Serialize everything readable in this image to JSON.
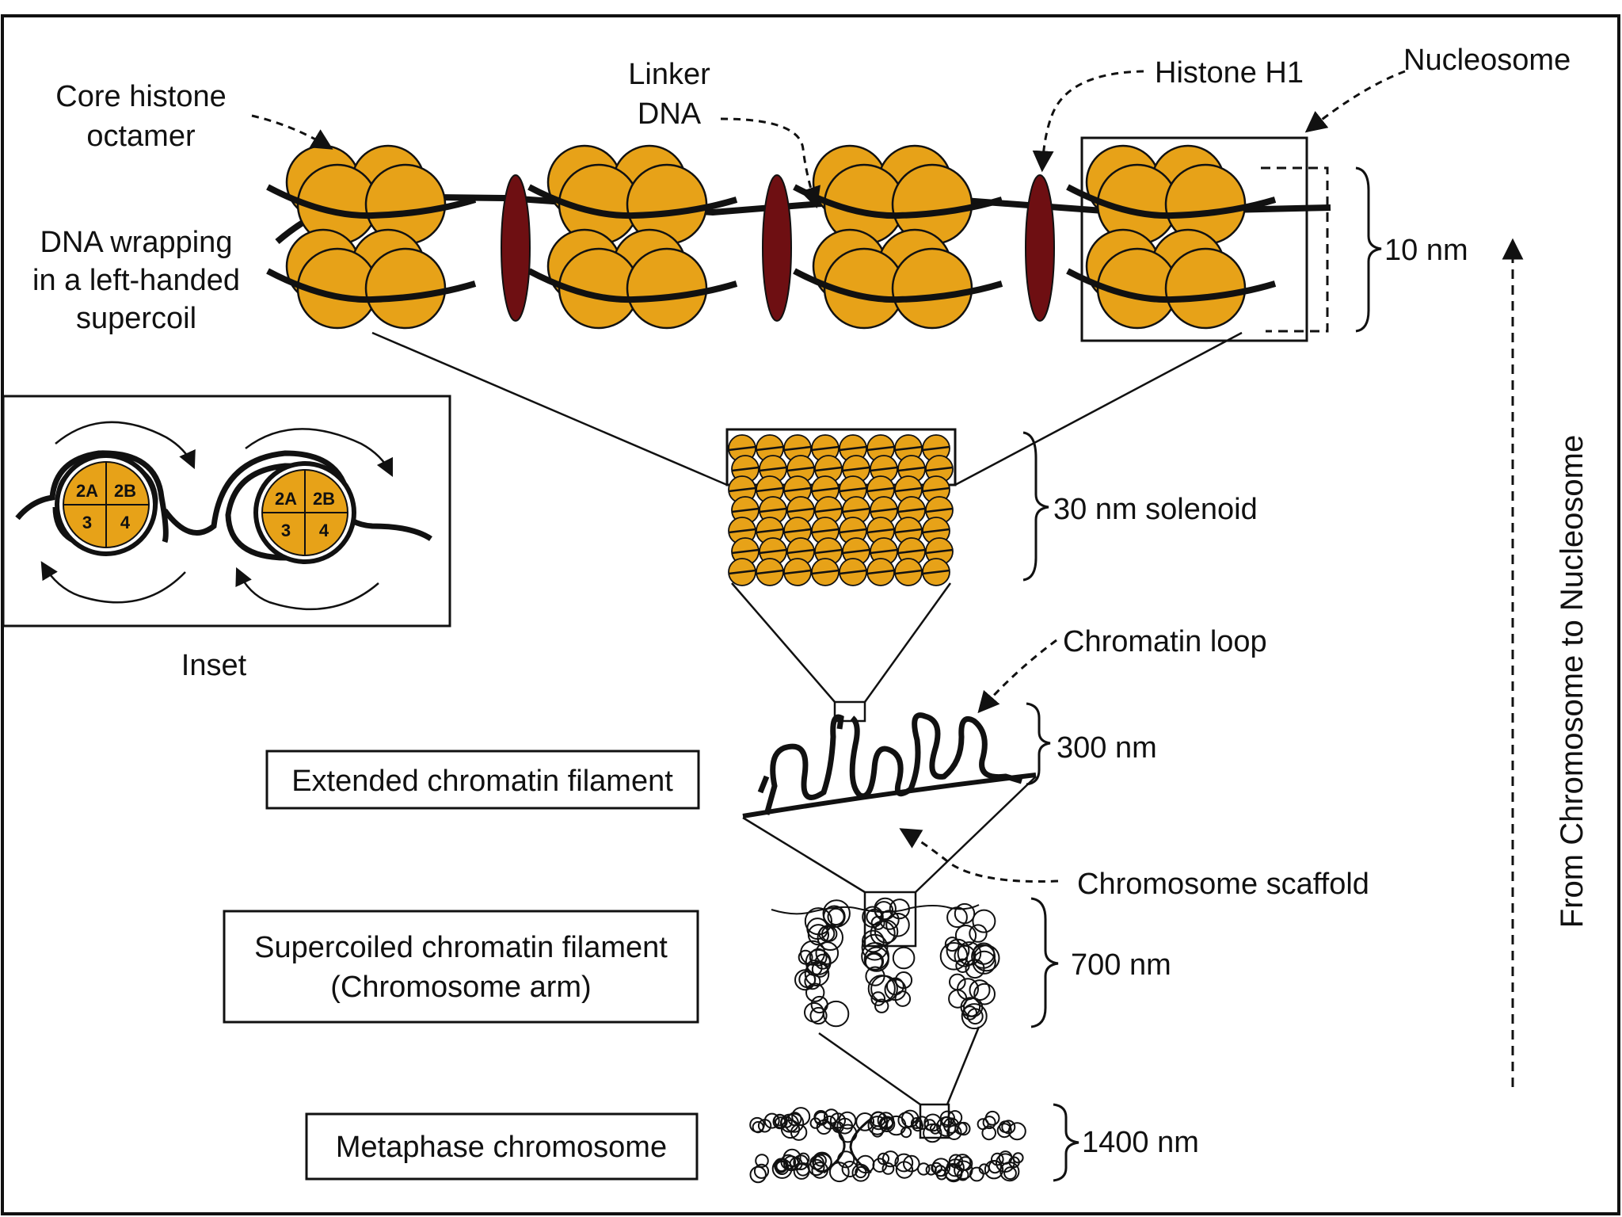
{
  "colors": {
    "histone_fill": "#E7A218",
    "histone_stroke": "#111111",
    "h1_fill": "#6E0F12",
    "dna_stroke": "#111111",
    "background": "#FFFFFF"
  },
  "labels": {
    "core_histone_line1": "Core histone",
    "core_histone_line2": "octamer",
    "linker_line1": "Linker",
    "linker_line2": "DNA",
    "histone_h1": "Histone H1",
    "nucleosome": "Nucleosome",
    "dna_wrap_line1": "DNA wrapping",
    "dna_wrap_line2": "in a left-handed",
    "dna_wrap_line3": "supercoil",
    "ten_nm": "10 nm",
    "thirty_nm": "30 nm solenoid",
    "inset": "Inset",
    "chromatin_loop": "Chromatin loop",
    "three_hundred_nm": "300 nm",
    "extended_filament": "Extended chromatin filament",
    "chromosome_scaffold": "Chromosome scaffold",
    "supercoiled_line1": "Supercoiled chromatin filament",
    "supercoiled_line2": "(Chromosome arm)",
    "seven_hundred_nm": "700 nm",
    "metaphase": "Metaphase chromosome",
    "fourteen_hundred_nm": "1400 nm",
    "vertical_arrow": "From Chromosome to Nucleosome"
  },
  "inset_histones": [
    "2A",
    "2B",
    "3",
    "4"
  ]
}
